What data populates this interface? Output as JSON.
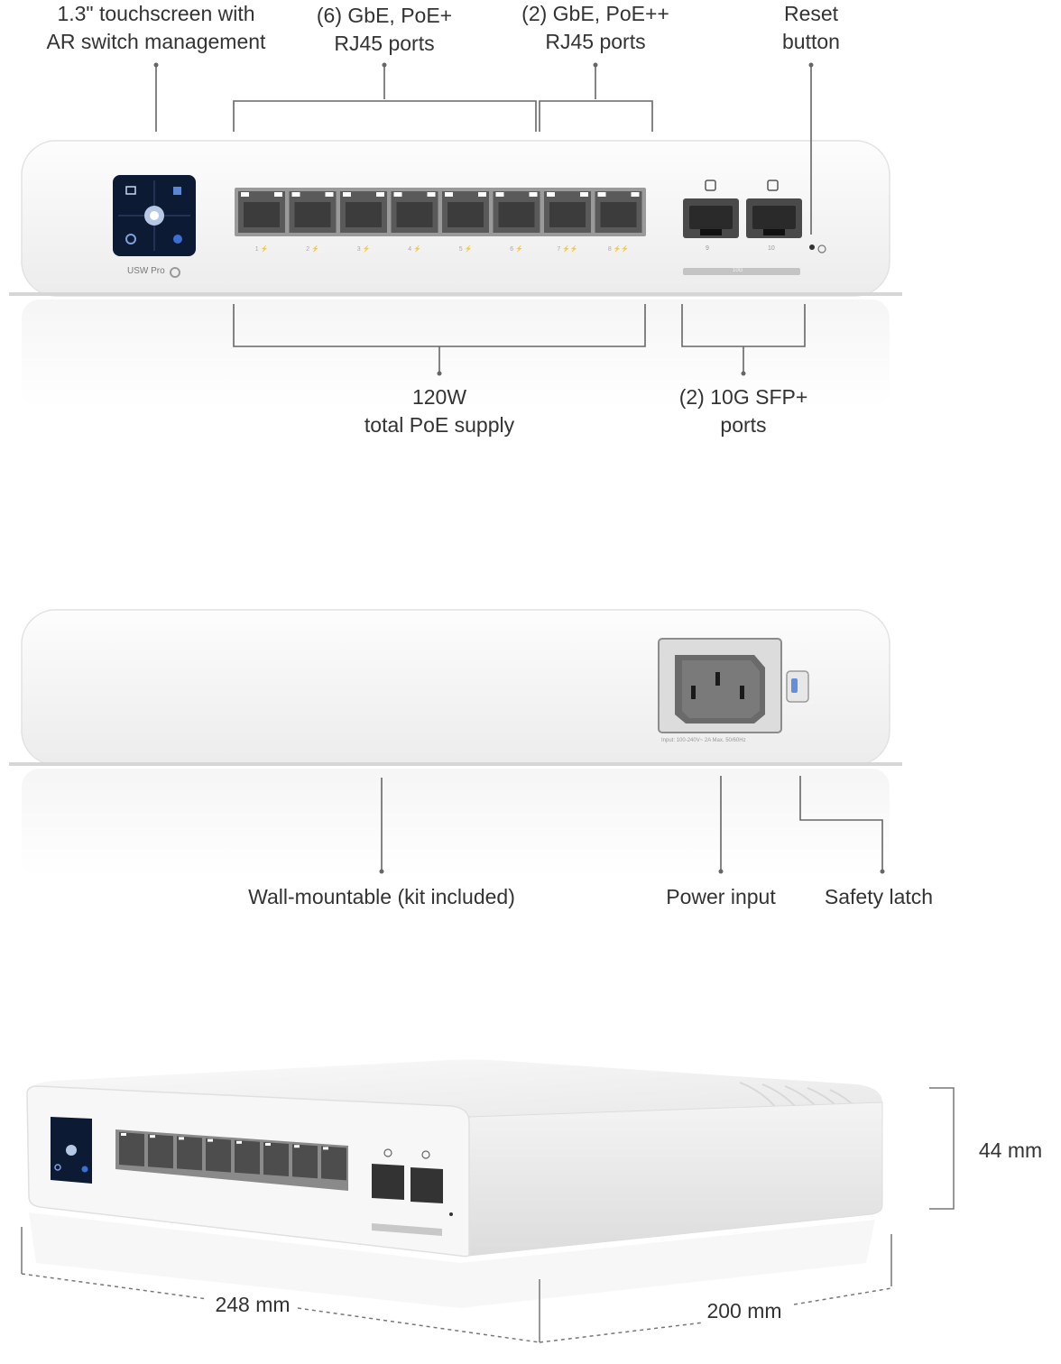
{
  "front_callouts": {
    "touchscreen": [
      "1.3\" touchscreen with",
      "AR switch management"
    ],
    "gbe_poe_plus": [
      "(6) GbE, PoE+",
      "RJ45 ports"
    ],
    "gbe_poe_plus_plus": [
      "(2) GbE, PoE++",
      "RJ45 ports"
    ],
    "reset": [
      "Reset",
      "button"
    ],
    "poe_supply": [
      "120W",
      "total PoE supply"
    ],
    "sfp": [
      "(2) 10G SFP+",
      "ports"
    ]
  },
  "front_panel": {
    "brand": "USW Pro",
    "port_labels": [
      "1 ⚡",
      "2 ⚡",
      "3 ⚡",
      "4 ⚡",
      "5 ⚡",
      "6 ⚡",
      "7 ⚡⚡",
      "8 ⚡⚡"
    ],
    "sfp_labels": [
      "9",
      "10"
    ],
    "sfp_bar_label": "10G"
  },
  "rear_callouts": {
    "wall_mount": "Wall-mountable (kit included)",
    "power_input": "Power input",
    "safety_latch": "Safety latch"
  },
  "rear_panel": {
    "power_rating": "Input: 100-240V~ 2A Max. 50/60Hz"
  },
  "dimensions": {
    "height": "44 mm",
    "width": "248 mm",
    "depth": "200 mm"
  },
  "colors": {
    "device_body": "#f6f6f6",
    "port_dark": "#5a5a5a",
    "screen": "#0c1a33",
    "leader_line": "#666666"
  }
}
